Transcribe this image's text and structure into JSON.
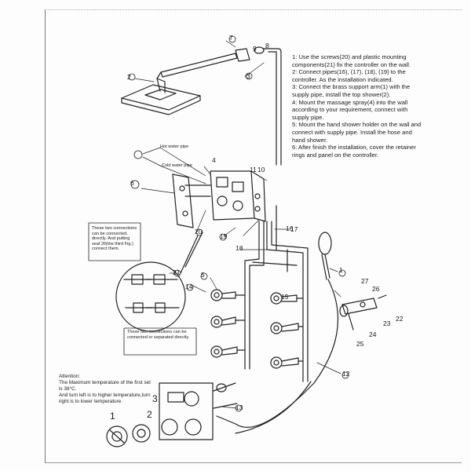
{
  "instructions": [
    "1: Use the screws(20) and plastic mounting components(21) fix the controller on the wall.",
    "2: Connect pipes(16), (17), (18), (19) to the controller. As the installation indicated.",
    "3: Connect the brass support arm(1) with the supply pipe, install the top shower(2).",
    "4: Mount the massage spray(4) into the wall according to your requirement, connect with supply pipe.",
    "5: Mount the hand shower holder on the wall and connect with supply pipe. Install the hose and hand shower.",
    "6: After finish the installation, cover the retainer rings and panel on the controller."
  ],
  "pipe_labels": {
    "hot": "Hot water pipe",
    "cold": "Cold water pipe"
  },
  "note_top": "These two connections can be connected, directly. And putting seal 26(the third Fig.) connect them.",
  "note_bottom": "These two connections can be connected or separated directly.",
  "attention": {
    "title": "Attention:",
    "lines": [
      "The Maximum temperature of the first set is 38°C.",
      "And turn left is to higher temperature,turn right is to lower temperature."
    ]
  },
  "part_numbers": [
    "1",
    "2",
    "3",
    "4",
    "5",
    "6",
    "7",
    "8",
    "9",
    "10",
    "11",
    "12",
    "13",
    "14",
    "15",
    "16",
    "17",
    "18",
    "19",
    "20",
    "21",
    "22",
    "23",
    "24",
    "25",
    "26",
    "27"
  ],
  "knob_labels": [
    "1",
    "2",
    "3"
  ]
}
